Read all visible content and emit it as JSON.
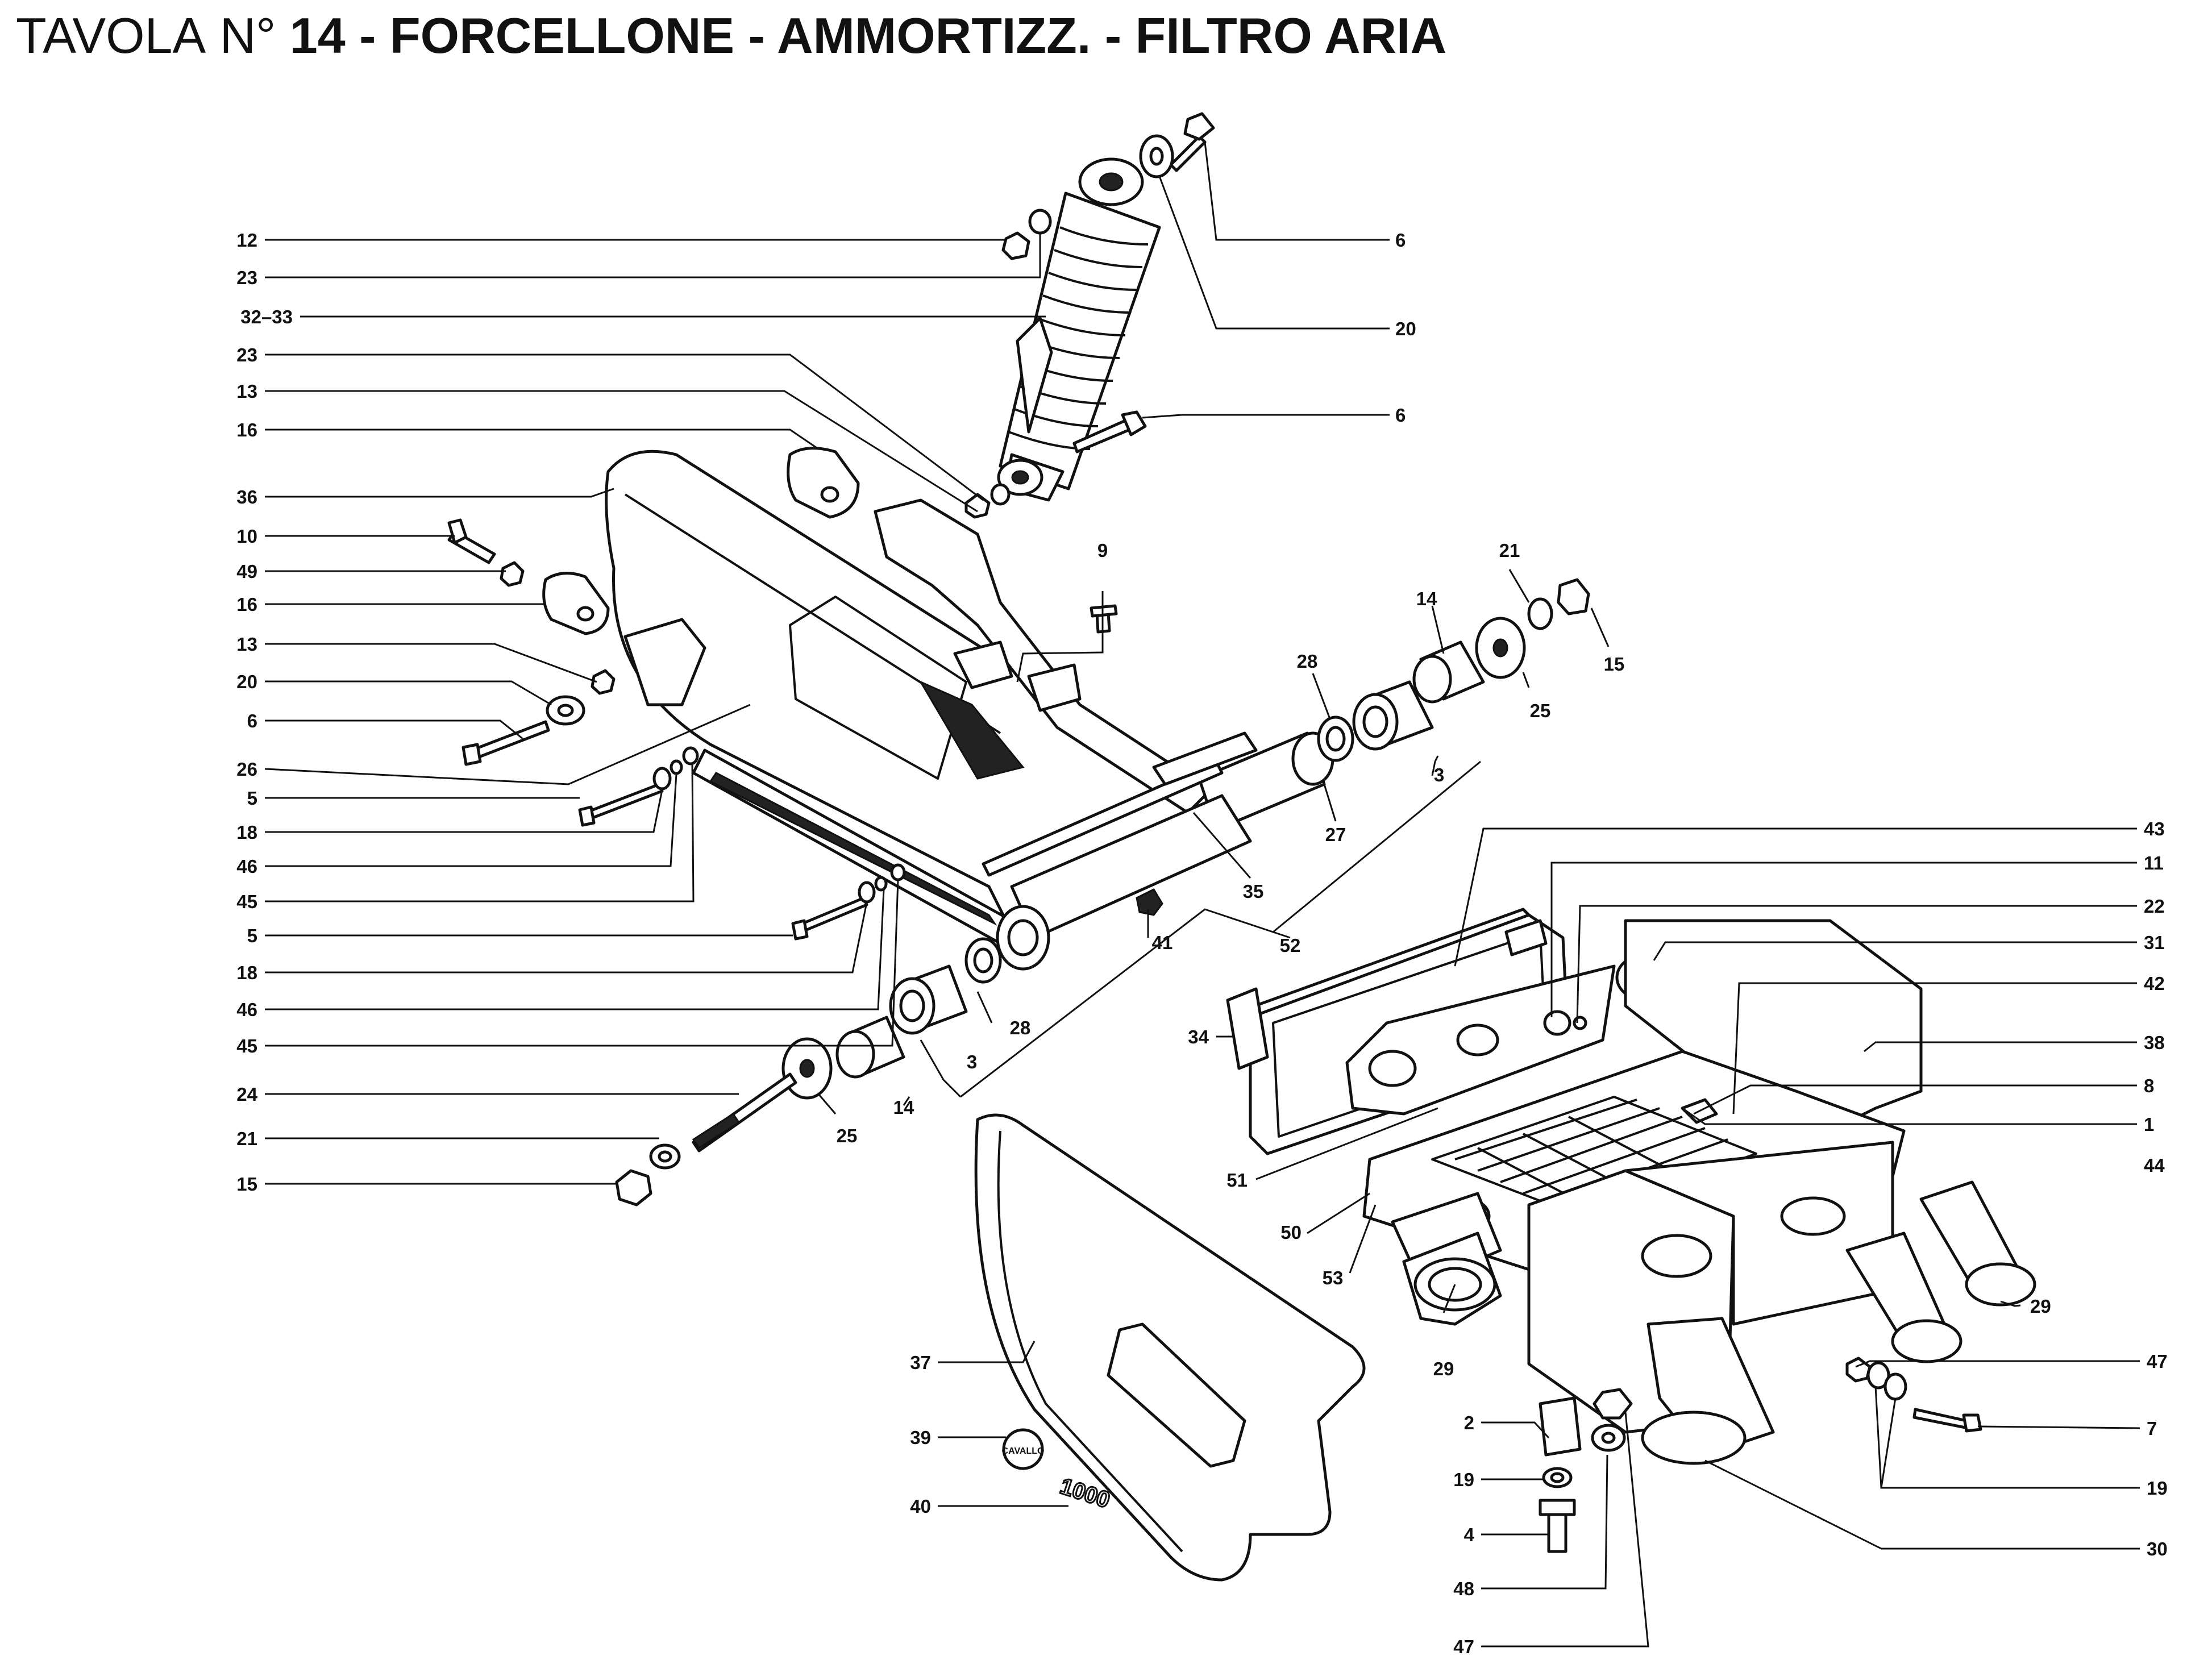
{
  "title": {
    "prefix": "TAVOLA",
    "number_sign": "N°",
    "number": "14",
    "text": "- FORCELLONE - AMMORTIZZ. - FILTRO ARIA"
  },
  "colors": {
    "ink": "#111111",
    "paper": "#ffffff"
  },
  "badges": {
    "emblem": "CAVALLO",
    "model": "1000"
  },
  "callouts": [
    "12",
    "23",
    "32–33",
    "23",
    "13",
    "16",
    "36",
    "10",
    "49",
    "16",
    "13",
    "20",
    "6",
    "26",
    "5",
    "18",
    "46",
    "45",
    "5",
    "18",
    "46",
    "45",
    "24",
    "21",
    "15",
    "6",
    "20",
    "6",
    "9",
    "21",
    "15",
    "14",
    "25",
    "28",
    "3",
    "27",
    "35",
    "52",
    "41",
    "28",
    "3",
    "14",
    "25",
    "43",
    "11",
    "22",
    "31",
    "42",
    "38",
    "8",
    "1",
    "44",
    "34",
    "51",
    "50",
    "53",
    "29",
    "29",
    "47",
    "7",
    "19",
    "30",
    "37",
    "39",
    "40",
    "2",
    "19",
    "4",
    "48",
    "47"
  ]
}
